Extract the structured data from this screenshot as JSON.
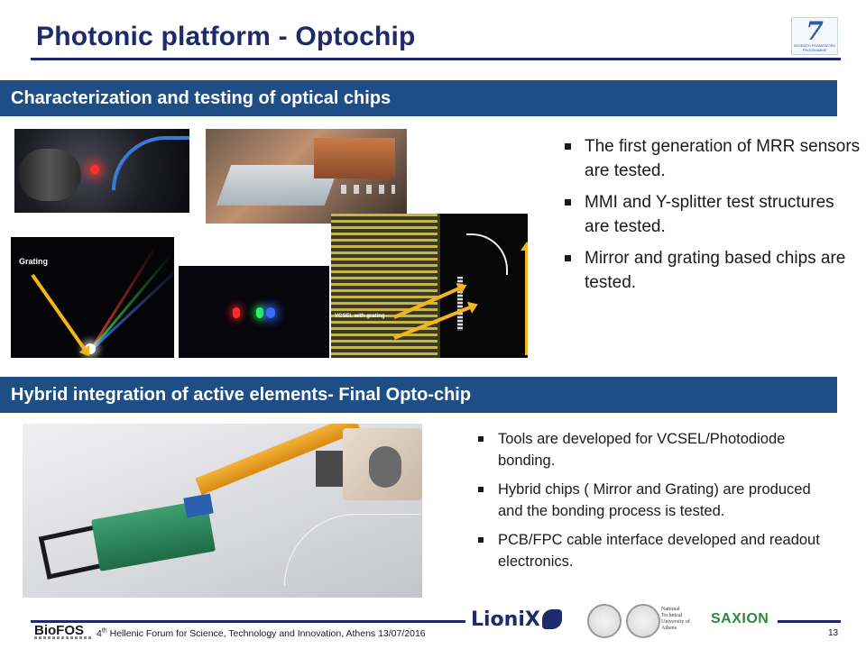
{
  "slide": {
    "title": "Photonic platform - Optochip",
    "logo_fp7": {
      "numeral": "7",
      "text": "SEVENTH FRAMEWORK PROGRAMME"
    }
  },
  "section1": {
    "heading": "Characterization and testing of optical chips",
    "image_labels": {
      "grating": "Grating",
      "vcsel": "VCSEL with grating"
    },
    "bullets": [
      "The first generation of MRR sensors are tested.",
      "MMI and Y-splitter test structures are tested.",
      "Mirror and grating based chips are tested."
    ]
  },
  "section2": {
    "heading": "Hybrid integration of active elements- Final Opto-chip",
    "bullets": [
      "Tools are developed for VCSEL/Photodiode bonding.",
      "Hybrid chips ( Mirror and Grating) are produced and the bonding  process is tested.",
      "PCB/FPC cable  interface developed and readout electronics."
    ]
  },
  "footer": {
    "logo_biofos": "BioFOS",
    "ordinal_number": "4",
    "ordinal_suffix": "th",
    "event_text": " Hellenic Forum for Science, Technology and Innovation, Athens 13/07/2016",
    "page_number": "13",
    "partner_logos": {
      "lionix": "LioniX",
      "national_technical": "National Technical University of Athens",
      "saxion": "SAXION"
    }
  },
  "colors": {
    "title": "#1d2a6b",
    "section_bar": "#1f4e86",
    "arrow": "#f2b51c"
  }
}
